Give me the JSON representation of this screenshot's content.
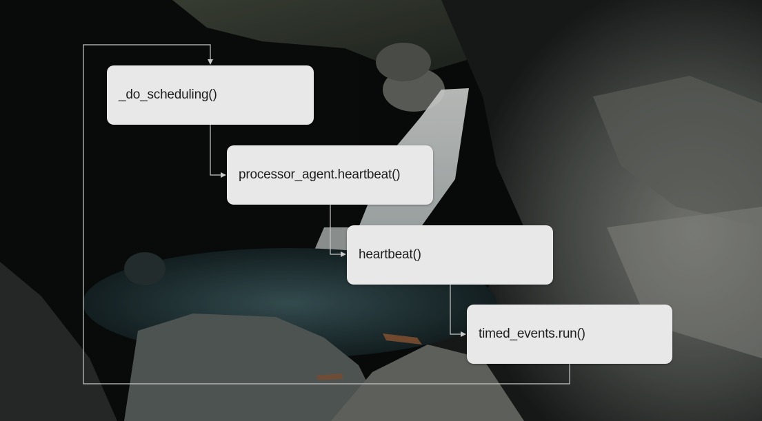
{
  "diagram": {
    "nodes": [
      {
        "id": "do-scheduling",
        "label": "_do_scheduling()"
      },
      {
        "id": "processor-agent-heartbeat",
        "label": "processor_agent.heartbeat()"
      },
      {
        "id": "heartbeat",
        "label": "heartbeat()"
      },
      {
        "id": "timed-events-run",
        "label": "timed_events.run()"
      }
    ],
    "edges": [
      {
        "from": "do-scheduling",
        "to": "processor-agent-heartbeat"
      },
      {
        "from": "processor-agent-heartbeat",
        "to": "heartbeat"
      },
      {
        "from": "heartbeat",
        "to": "timed-events-run"
      },
      {
        "from": "timed-events-run",
        "to": "do-scheduling",
        "type": "loop"
      }
    ]
  },
  "colors": {
    "node_fill": "#e8e8e8",
    "node_text": "#1e1e1e",
    "connector": "#c9c9c9"
  }
}
